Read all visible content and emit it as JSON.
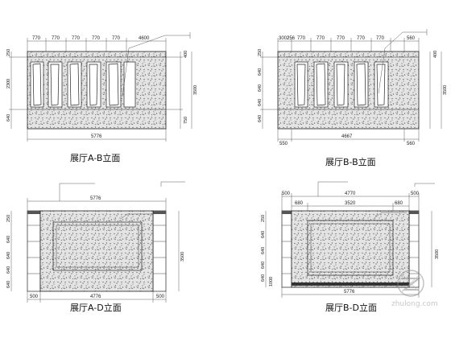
{
  "drawings": {
    "ab": {
      "caption": "展厅A-B立面",
      "top_dims": [
        "770",
        "770",
        "770",
        "770",
        "770",
        "4600"
      ],
      "bottom_dim": "5776",
      "left_dims": [
        "250",
        "2300",
        "640"
      ],
      "right_dims": [
        "400",
        "3500",
        "750"
      ]
    },
    "bb": {
      "caption": "展厅B-B立面",
      "top_dims": [
        "3002",
        "256",
        "770",
        "770",
        "770",
        "770",
        "770",
        "560"
      ],
      "bottom_dims": [
        "550",
        "4667",
        "560"
      ],
      "left_dims": [
        "250",
        "640",
        "640",
        "640",
        "640"
      ],
      "right_dims": [
        "400",
        "3500"
      ]
    },
    "ad": {
      "caption": "展厅A-D立面",
      "top_dim": "5776",
      "bottom_dims": [
        "500",
        "4776",
        "500"
      ],
      "left_dims": [
        "250",
        "640",
        "640",
        "640",
        "640"
      ],
      "right_dims": [
        "3500"
      ]
    },
    "bd": {
      "caption": "展厅B-D立面",
      "top_dims_outer": [
        "500",
        "4770",
        "500"
      ],
      "top_dims_inner": [
        "680",
        "3520",
        "680"
      ],
      "bottom_dim": "5776",
      "left_dims": [
        "250",
        "640",
        "640",
        "640",
        "640",
        "1000"
      ],
      "right_dims": [
        "3500"
      ]
    }
  },
  "watermark": "zhulong.com"
}
